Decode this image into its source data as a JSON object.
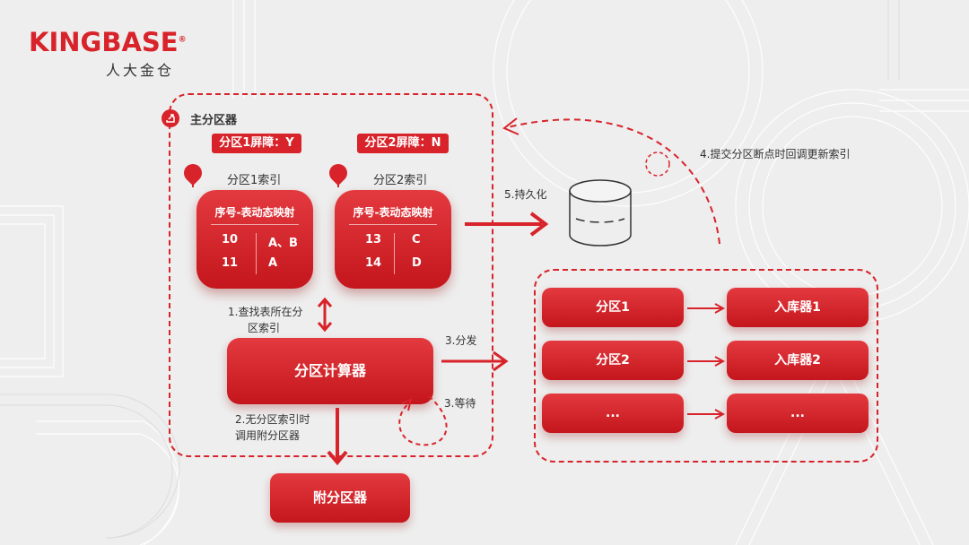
{
  "brand": {
    "logo": "KINGBASE",
    "registered": "®",
    "subtitle": "人大金仓"
  },
  "main_partitioner": {
    "title": "主分区器",
    "tags": [
      "分区1屏障：Y",
      "分区2屏障：N"
    ],
    "indexes": [
      {
        "title": "分区1索引",
        "header": "序号-表动态映射",
        "rows": [
          {
            "seq": "10",
            "tables": "A、B"
          },
          {
            "seq": "11",
            "tables": "A"
          }
        ]
      },
      {
        "title": "分区2索引",
        "header": "序号-表动态映射",
        "rows": [
          {
            "seq": "13",
            "tables": "C"
          },
          {
            "seq": "14",
            "tables": "D"
          }
        ]
      }
    ],
    "calculator": "分区计算器"
  },
  "steps": {
    "lookup": "1.查找表所在分区索引",
    "lookup_line1": "1.查找表所在分",
    "lookup_line2": "区索引",
    "no_index_line1": "2.无分区索引时",
    "no_index_line2": "调用附分区器",
    "dispatch": "3.分发",
    "wait": "3.等待",
    "commit": "4.提交分区断点时回调更新索引",
    "persist": "5.持久化"
  },
  "aux_partitioner": "附分区器",
  "pipeline": [
    {
      "partition": "分区1",
      "loader": "入库器1"
    },
    {
      "partition": "分区2",
      "loader": "入库器2"
    },
    {
      "partition": "...",
      "loader": "..."
    }
  ],
  "colors": {
    "accent": "#d8232a",
    "background": "#eeeeee"
  },
  "icons": [
    "share-icon",
    "database-icon",
    "location-pin-icon",
    "document-pin-icon"
  ]
}
